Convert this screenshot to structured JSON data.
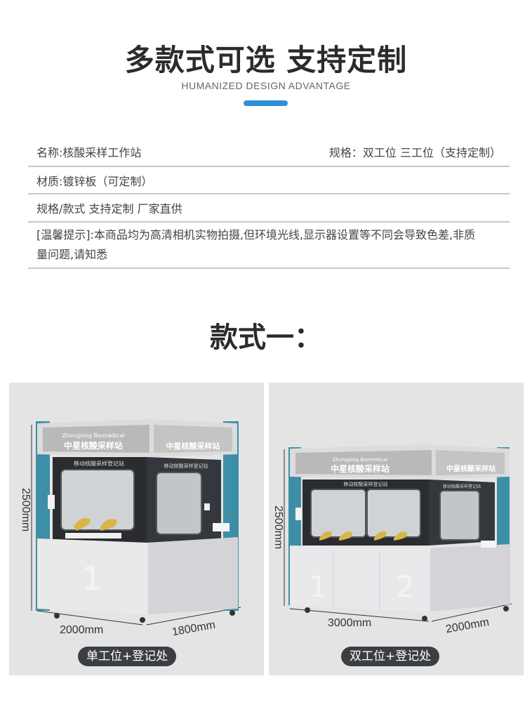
{
  "header": {
    "title": "多款式可选 支持定制",
    "subtitle": "HUMANIZED DESIGN ADVANTAGE"
  },
  "specs": {
    "name": "名称:核酸采样工作站",
    "spec_positions": "规格：双工位  三工位（支持定制）",
    "material": "材质:镀锌板（可定制）",
    "style": "规格/款式 支持定制 厂家直供",
    "tip": "[温馨提示]:本商品均为高清相机实物拍摄,但环境光线,显示器设置等不同会导致色差,非质量问题,请知悉"
  },
  "section": {
    "title": "款式一："
  },
  "products": [
    {
      "brand_en": "Zhongxing  Biomedical",
      "brand_cn": "中星核酸采样站",
      "brand_cn_side": "中星核酸采样站",
      "booth_label": "移动核酸采样登记站",
      "booth_label_side": "移动核酸采样登记站",
      "numbers": [
        "1"
      ],
      "height_dim": "2500mm",
      "width_dim": "2000mm",
      "depth_dim": "1800mm",
      "caption": "单工位+登记处"
    },
    {
      "brand_en": "Zhongxing  Biomedical",
      "brand_cn": "中星核酸采样站",
      "brand_cn_side": "中星核酸采样站",
      "booth_label": "移动核酸采样登记站",
      "booth_label_side": "移动核酸采样登记站",
      "numbers": [
        "1",
        "2"
      ],
      "height_dim": "2500mm",
      "width_dim": "3000mm",
      "depth_dim": "2000mm",
      "caption": "双工位+登记处"
    }
  ],
  "colors": {
    "accent": "#2f8fd8",
    "booth_teal": "#3d8fa8",
    "booth_dark": "#2a2c30",
    "panel_bg": "#e4e4e4"
  }
}
